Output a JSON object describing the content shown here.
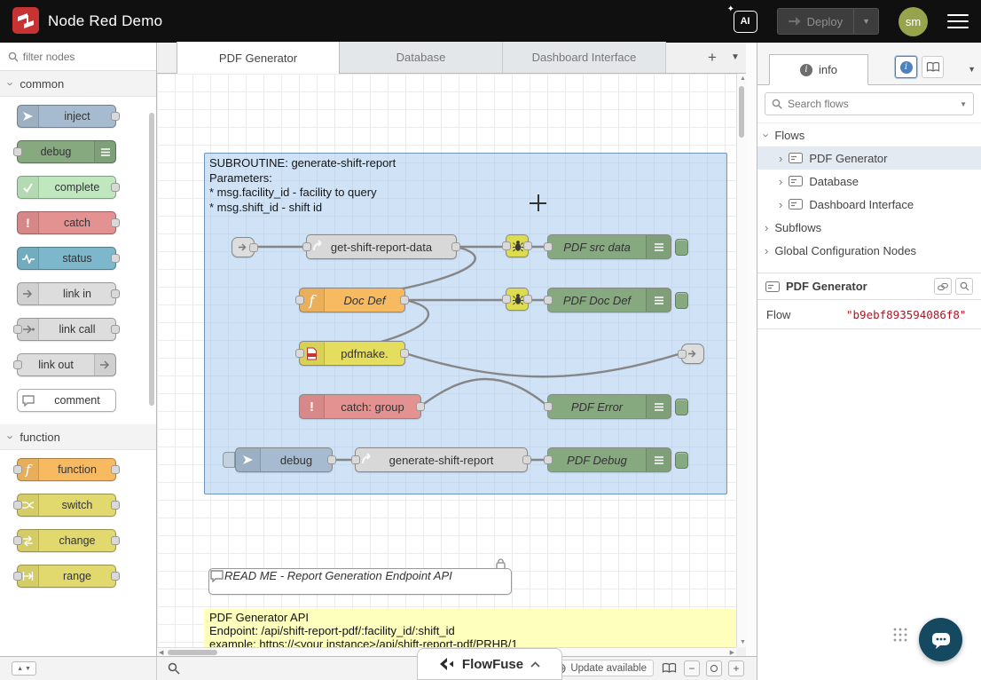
{
  "colors": {
    "header_bg": "#101010",
    "brand_red": "#c73232",
    "node_inject": "#a6bbcf",
    "node_debug_green": "#87a980",
    "node_complete": "#bfe8bf",
    "node_catch": "#e49191",
    "node_status": "#7cb7cb",
    "node_link": "#dddddd",
    "node_function": "#f7ba61",
    "node_yellow": "#e2d96e",
    "group_fill": "#cadef2",
    "flow_id_red": "#ad1625"
  },
  "header": {
    "title": "Node Red Demo",
    "deploy_label": "Deploy",
    "avatar_initials": "sm"
  },
  "palette": {
    "filter_placeholder": "filter nodes",
    "categories": [
      {
        "label": "common",
        "nodes": [
          {
            "label": "inject"
          },
          {
            "label": "debug"
          },
          {
            "label": "complete"
          },
          {
            "label": "catch"
          },
          {
            "label": "status"
          },
          {
            "label": "link in"
          },
          {
            "label": "link call"
          },
          {
            "label": "link out"
          },
          {
            "label": "comment"
          }
        ]
      },
      {
        "label": "function",
        "nodes": [
          {
            "label": "function"
          },
          {
            "label": "switch"
          },
          {
            "label": "change"
          },
          {
            "label": "range"
          }
        ]
      }
    ]
  },
  "workspace": {
    "tabs": [
      {
        "label": "PDF Generator"
      },
      {
        "label": "Database"
      },
      {
        "label": "Dashboard Interface"
      }
    ],
    "group": {
      "lines": [
        "SUBROUTINE: generate-shift-report",
        "Parameters:",
        "* msg.facility_id - facility to query",
        "* msg.shift_id - shift id"
      ]
    },
    "nodes": {
      "get_shift_report_data": "get-shift-report-data",
      "doc_def": "Doc Def",
      "pdfmake": "pdfmake.",
      "catch_group": "catch: group",
      "inject_debug": "debug",
      "generate_shift_report": "generate-shift-report",
      "pdf_src_data": "PDF src data",
      "pdf_doc_def": "PDF Doc Def",
      "pdf_error": "PDF Error",
      "pdf_debug": "PDF Debug"
    },
    "comment_label": "READ ME - Report Generation Endpoint API",
    "info_lines": [
      "PDF Generator API",
      "Endpoint: /api/shift-report-pdf/:facility_id/:shift_id",
      "example: https://<your instance>/api/shift-report-pdf/PRHB/1"
    ]
  },
  "sidebar": {
    "tab_label": "info",
    "search_placeholder": "Search flows",
    "tree": {
      "flows_label": "Flows",
      "items": [
        {
          "label": "PDF Generator"
        },
        {
          "label": "Database"
        },
        {
          "label": "Dashboard Interface"
        }
      ],
      "subflows_label": "Subflows",
      "global_label": "Global Configuration Nodes"
    },
    "detail": {
      "title": "PDF Generator",
      "property_label": "Flow",
      "property_value": "\"b9ebf893594086f8\""
    }
  },
  "footer": {
    "flowfuse_label": "FlowFuse",
    "update_label": "Update available"
  }
}
